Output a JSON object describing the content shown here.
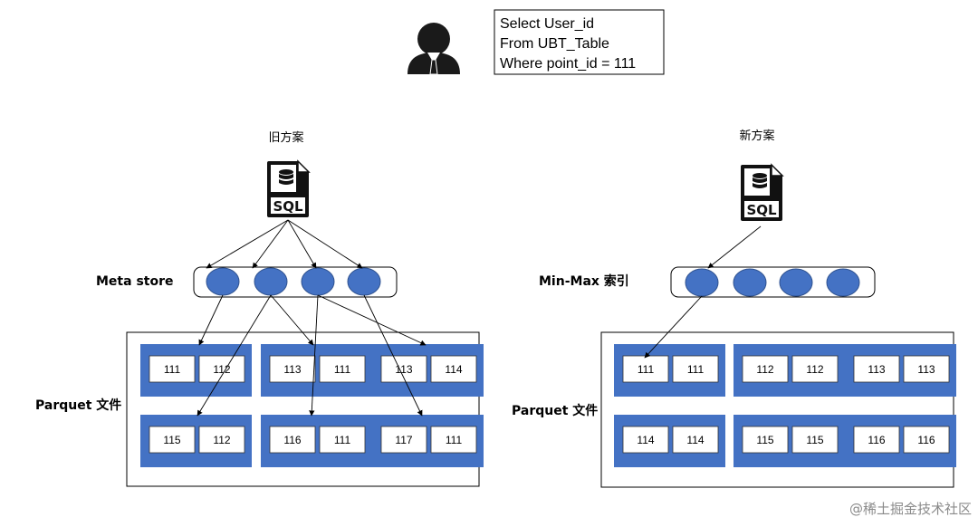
{
  "query": {
    "lines": [
      "Select User_id",
      "From UBT_Table",
      "Where point_id = 111"
    ]
  },
  "icons": {
    "user": "user-businessman-icon",
    "sql_file": "sql-database-file-icon",
    "sql_label": "SQL"
  },
  "old_scheme": {
    "title": "旧方案",
    "index_label": "Meta store",
    "storage_label": "Parquet 文件",
    "files": [
      [
        "111",
        "112"
      ],
      [
        "113",
        "111"
      ],
      [
        "113",
        "114"
      ],
      [
        "115",
        "112"
      ],
      [
        "116",
        "111"
      ],
      [
        "117",
        "111"
      ]
    ]
  },
  "new_scheme": {
    "title": "新方案",
    "index_label": "Min-Max 索引",
    "storage_label": "Parquet 文件",
    "files": [
      [
        "111",
        "111"
      ],
      [
        "112",
        "112"
      ],
      [
        "113",
        "113"
      ],
      [
        "114",
        "114"
      ],
      [
        "115",
        "115"
      ],
      [
        "116",
        "116"
      ]
    ]
  },
  "colors": {
    "file_block": "#4472C4",
    "node_fill": "#4472C4",
    "node_stroke": "#2F528F",
    "line": "#000000"
  },
  "watermark": "@稀土掘金技术社区"
}
